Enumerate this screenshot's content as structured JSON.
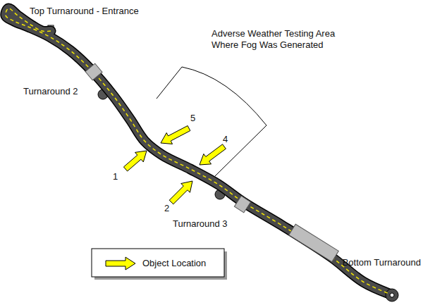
{
  "diagram": {
    "labels": [
      "Top Turnaround - Entrance",
      "Turnaround 2",
      "Adverse Weather Testing Area Where Fog Was Generated",
      "5",
      "4",
      "1",
      "2",
      "Turnaround 3",
      "Bottom Turnaround"
    ],
    "legend": [
      {
        "text": "Object Location"
      }
    ]
  }
}
